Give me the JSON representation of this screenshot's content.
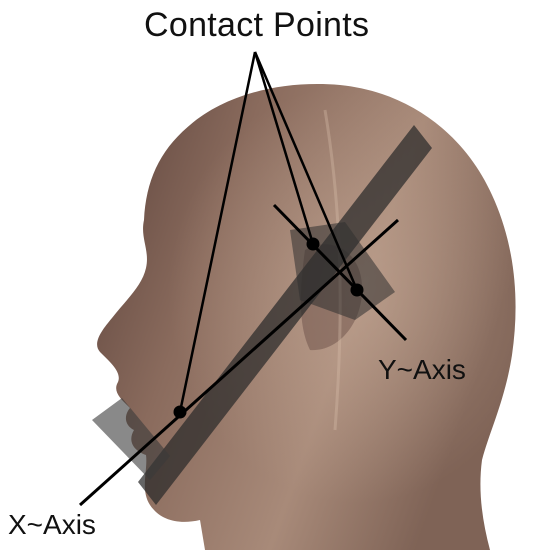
{
  "labels": {
    "contact_points": "Contact Points",
    "y_axis": "Y~Axis",
    "x_axis": "X~Axis"
  },
  "colors": {
    "background": "#ffffff",
    "skin_light": "#a98a78",
    "skin_mid": "#7d5f52",
    "skin_dark": "#4a3530",
    "device_shadow": "#2a2a2a",
    "lines": "#000000"
  }
}
